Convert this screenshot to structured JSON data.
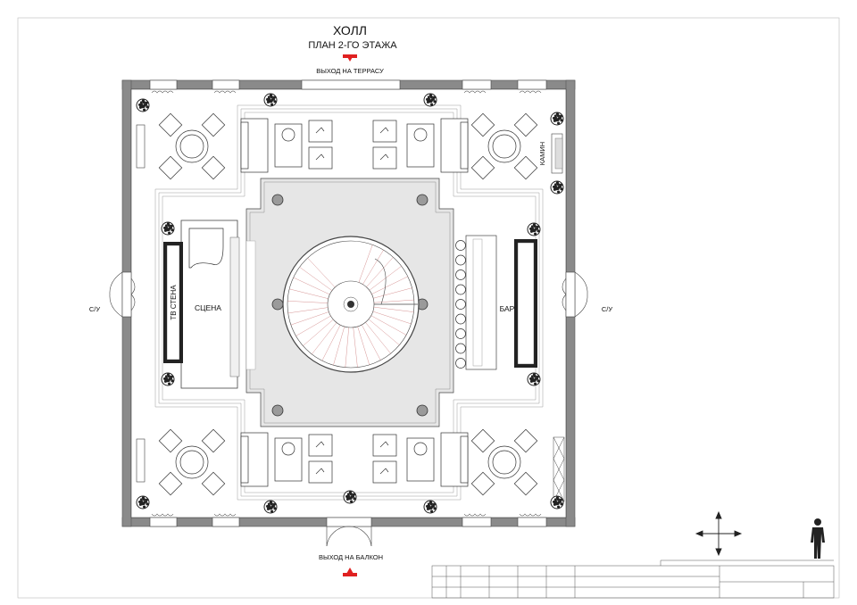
{
  "header": {
    "title": "ХОЛЛ",
    "subtitle": "ПЛАН 2-ГО ЭТАЖА"
  },
  "exits": {
    "terrace": "ВЫХОД НА ТЕРРАСУ",
    "balcony": "ВЫХОД НА БАЛКОН"
  },
  "rooms": {
    "wc_left": "С/У",
    "wc_right": "С/У",
    "stage": "СЦЕНА",
    "tv_wall": "ТВ СТЕНА",
    "bar": "БАР",
    "fireplace": "КАМИН"
  },
  "colors": {
    "wall": "#8a8a8a",
    "wall_edge": "#555555",
    "center_floor": "#e6e6e6",
    "arrow_red": "#e02020",
    "column": "#9a9a9a",
    "line": "#333333"
  },
  "icons": {
    "compass": "move-arrows-icon",
    "scale_figure": "human-figure-icon",
    "plant": "potted-plant-icon",
    "stair": "spiral-staircase-icon"
  }
}
